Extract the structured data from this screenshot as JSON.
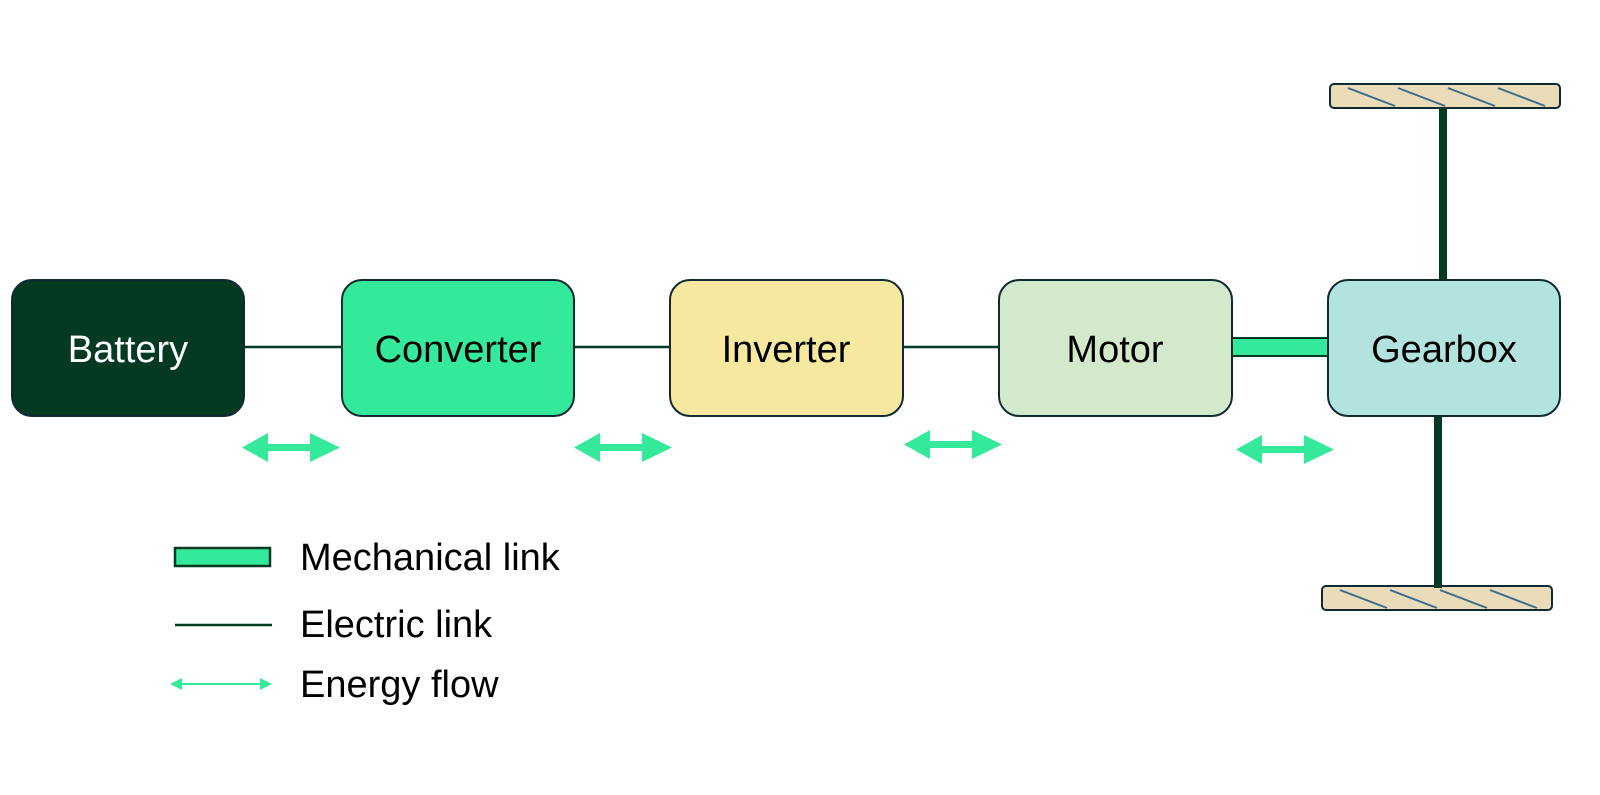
{
  "blocks": [
    {
      "id": "battery",
      "label": "Battery",
      "fill": "#053a22",
      "text_color": "#ffffff"
    },
    {
      "id": "converter",
      "label": "Converter",
      "fill": "#35e99a",
      "text_color": "#000000"
    },
    {
      "id": "inverter",
      "label": "Inverter",
      "fill": "#f7e8a0",
      "text_color": "#000000"
    },
    {
      "id": "motor",
      "label": "Motor",
      "fill": "#d3e9cc",
      "text_color": "#000000"
    },
    {
      "id": "gearbox",
      "label": "Gearbox",
      "fill": "#b3e3df",
      "text_color": "#000000"
    }
  ],
  "legend": {
    "mechanical": "Mechanical link",
    "electric": "Electric link",
    "energy": "Energy flow"
  },
  "colors": {
    "dark_green": "#053a22",
    "accent_green": "#35e99a",
    "block_border": "#0f2a33",
    "ground_fill": "#eadcb8",
    "ground_hatch": "#3a6b8c"
  }
}
